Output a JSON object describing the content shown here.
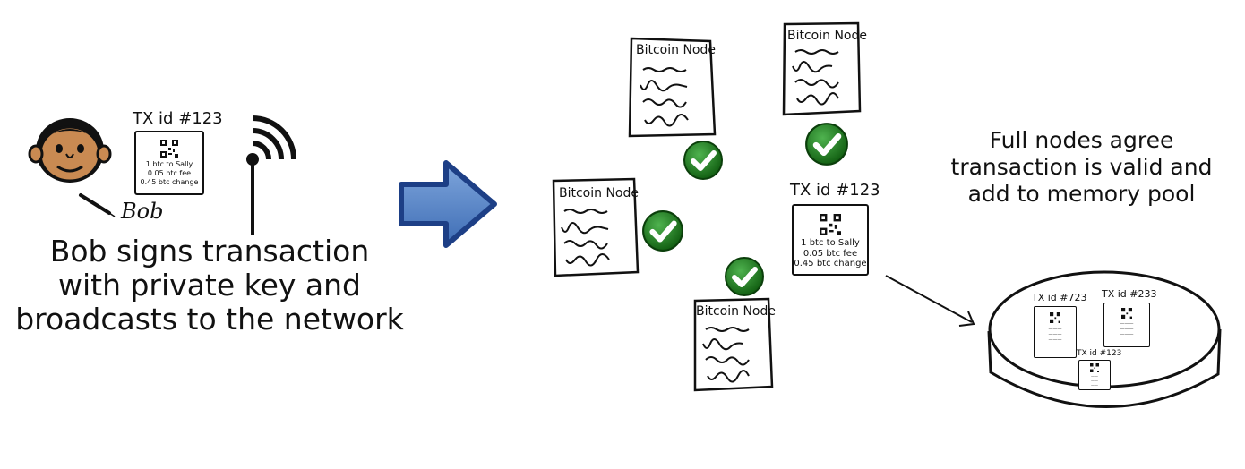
{
  "left_panel": {
    "tx_title": "TX id #123",
    "tx_lines": [
      "1 btc to Sally",
      "0.05 btc fee",
      "0.45 btc change"
    ],
    "signature": "Bob",
    "caption_lines": [
      "Bob signs transaction",
      "with private key and",
      "broadcasts to the network"
    ]
  },
  "nodes": [
    {
      "label": "Bitcoin Node"
    },
    {
      "label": "Bitcoin Node"
    },
    {
      "label": "Bitcoin Node"
    },
    {
      "label": "Bitcoin Node"
    }
  ],
  "center_tx": {
    "title": "TX id #123",
    "lines": [
      "1 btc to Sally",
      "0.05 btc fee",
      "0.45 btc change"
    ]
  },
  "right_panel": {
    "caption_lines": [
      "Full nodes agree",
      "transaction is valid and",
      "add to memory pool"
    ]
  },
  "memory_pool": {
    "transactions": [
      {
        "title": "TX id #723"
      },
      {
        "title": "TX id #233"
      },
      {
        "title": "TX id #123"
      }
    ]
  },
  "colors": {
    "arrow_fill": "#4f7fc4",
    "arrow_stroke": "#1d3f86",
    "check_green": "#1e7d1e",
    "face_skin": "#c98a52",
    "hair": "#111111"
  },
  "icons": [
    "person-face-icon",
    "pen-icon",
    "antenna-icon",
    "arrow-right-icon",
    "checkmark-icon",
    "qr-code-icon"
  ]
}
